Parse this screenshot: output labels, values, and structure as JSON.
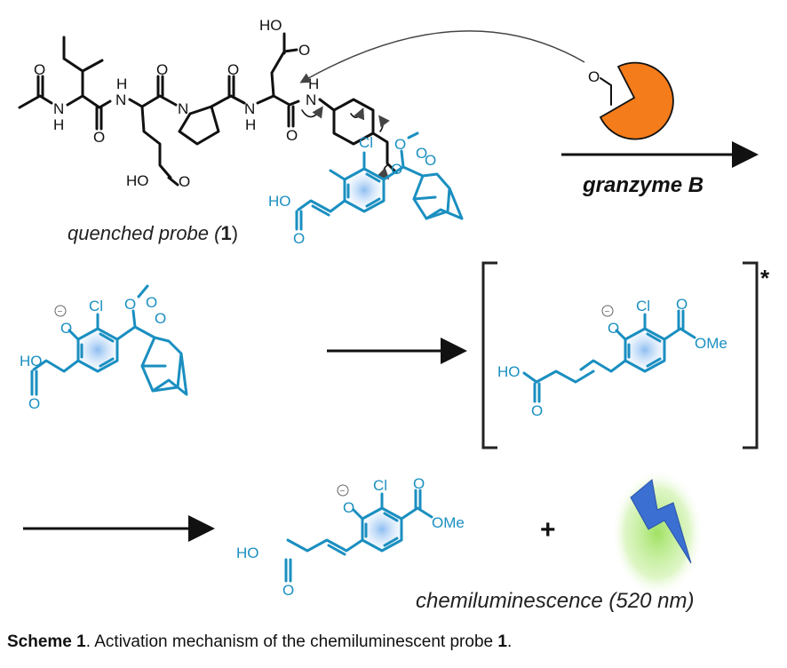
{
  "labels": {
    "quenched_probe": "quenched probe (",
    "quenched_probe_num": "1",
    "quenched_probe_close": ")",
    "enzyme": "granzyme B",
    "emission": "chemiluminescence (520 nm)",
    "excited_state_marker": "*",
    "plus": "+"
  },
  "atoms": {
    "O": "O",
    "H": "H",
    "N": "N",
    "HO": "HO",
    "Cl": "Cl",
    "OMe": "OMe",
    "minus": "−"
  },
  "caption": {
    "bold": "Scheme 1",
    "text": ". Activation mechanism of the chemiluminescent probe ",
    "num": "1",
    "end": "."
  },
  "colors": {
    "probe_blue": "#1a8fc0",
    "enzyme_orange": "#f47c1a",
    "bolt_blue": "#3b6fd1",
    "glow_green": "#9be05a"
  }
}
